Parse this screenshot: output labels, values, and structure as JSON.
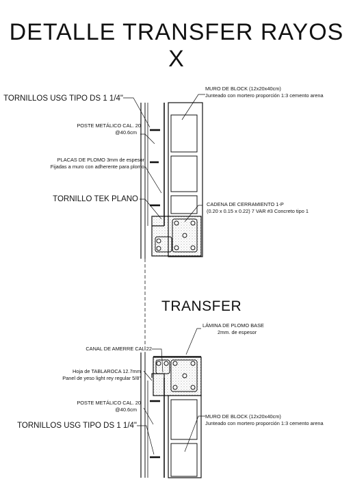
{
  "title": "DETALLE TRANSFER RAYOS X",
  "subtitle": "TRANSFER",
  "top_detail": {
    "tornillos": "TORNILLOS USG TIPO DS 1 1/4\"",
    "poste_line1": "POSTE METÁLICO CAL. 20",
    "poste_line2": "@40.6cm",
    "placas_line1": "PLACAS DE PLOMO 3mm de espesor",
    "placas_line2": "Fijadas a muro con adherente para plomo",
    "tornillo_tek": "TORNILLO TEK PLANO",
    "muro_line1": "MURO DE BLOCK (12x20x40cm)",
    "muro_line2": "Junteado con mortero proporción 1:3 cemento arena",
    "cadena_line1": "CADENA DE CERRAMIENTO 1-P",
    "cadena_line2": "(0.20 x 0.15 x 0.22) 7 VAR #3 Concreto tipo 1"
  },
  "bottom_detail": {
    "lamina_line1": "LÁMINA DE PLOMO BASE",
    "lamina_line2": "2mm. de espesor",
    "canal": "CANAL DE AMERRE CAL.22",
    "hoja_line1": "Hoja de TABLAROCA 12.7mm",
    "hoja_line2": "Panel de yeso light rey regular 5/8\"",
    "poste_line1": "POSTE METÁLICO CAL. 20",
    "poste_line2": "@40.6cm",
    "tornillos": "TORNILLOS USG TIPO DS 1 1/4\"",
    "muro_line1": "MURO DE BLOCK (12x20x40cm)",
    "muro_line2": "Junteado con mortero proporción 1:3 cemento arena"
  }
}
